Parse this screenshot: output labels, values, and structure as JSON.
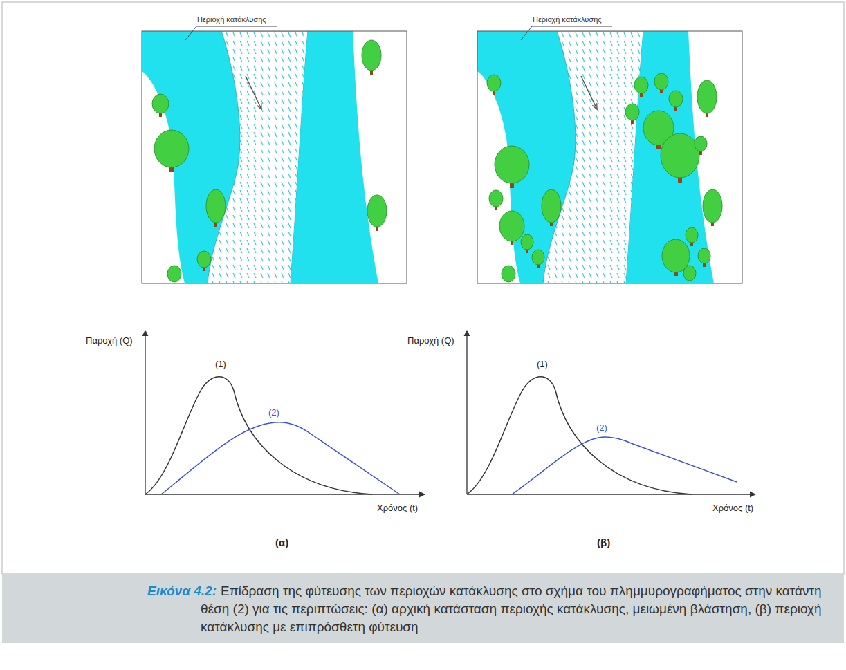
{
  "diagram": {
    "caption": "Επίδραση της φύτευσης των περιοχών κατάκλυσης στο σχήμα του πλημμυρογραφήματος στην κατάντη θέση (2) για τις περιπτώσεις: (α) αρχική κατάσταση περιοχής κατάκλυσης, μειωμένη βλάστηση, (β) περιοχή κατάκλυσης με επιπρόσθετη φύτευση",
    "labels": [
      "Περιοχή κατάκλυσης",
      "Περιοχή κατάκλυσης",
      "Παροχή (Q)",
      "(1)",
      "(2)",
      "Χρόνος (t)",
      "(α)",
      "Παροχή (Q)",
      "(1)",
      "(2)",
      "Χρόνος (t)",
      "(β)",
      "Εικόνα 4.2:"
    ]
  }
}
